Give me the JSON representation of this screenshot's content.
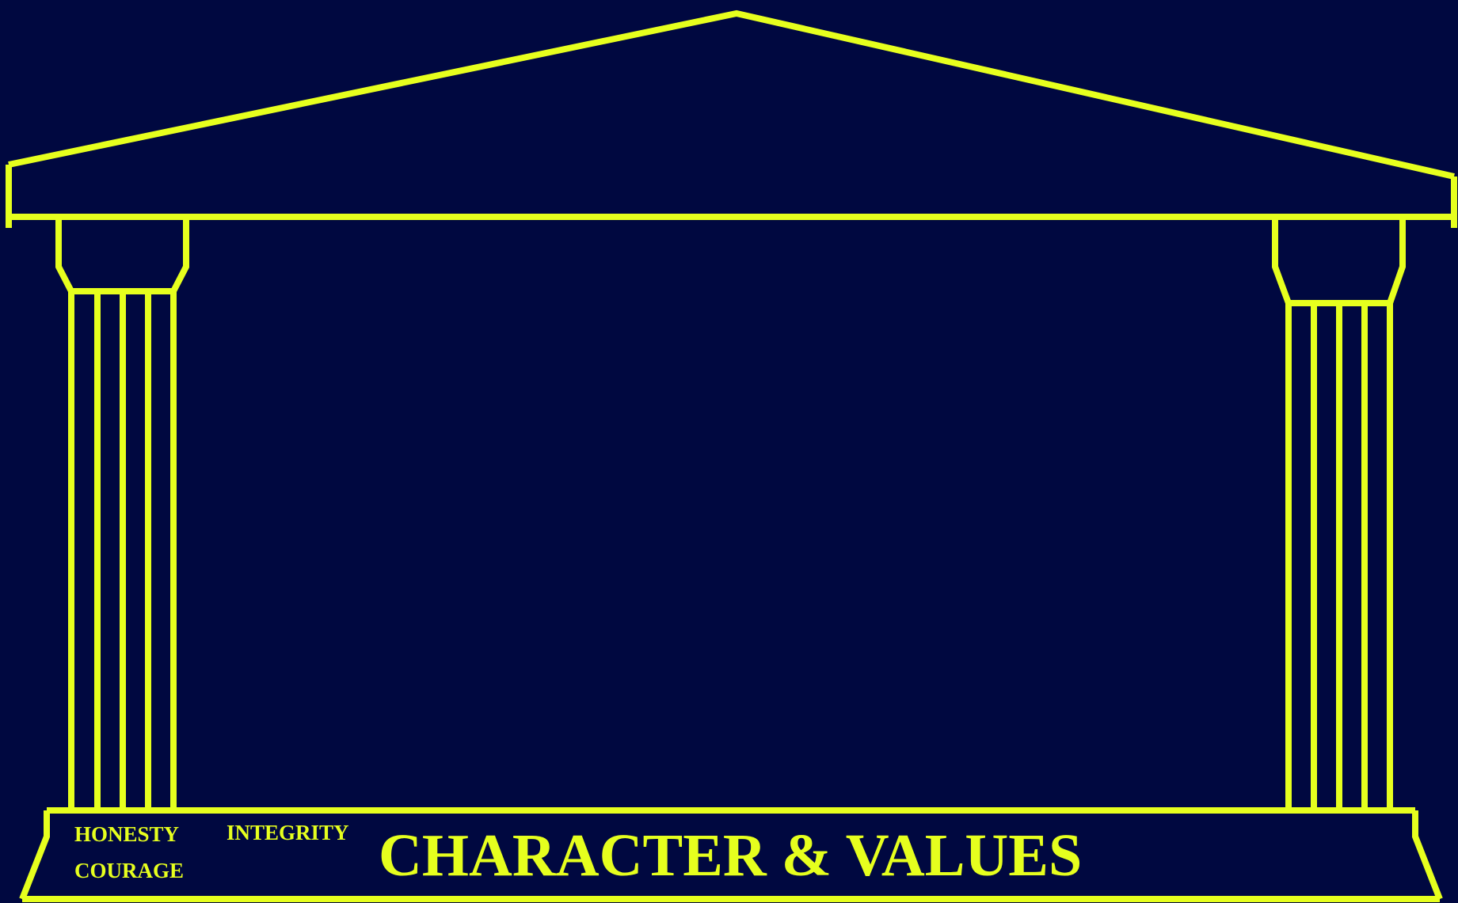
{
  "colors": {
    "background": "#000840",
    "accent": "#e6ff1e"
  },
  "base": {
    "title": "CHARACTER & VALUES",
    "virtues": [
      "HONESTY",
      "INTEGRITY",
      "COURAGE"
    ]
  }
}
